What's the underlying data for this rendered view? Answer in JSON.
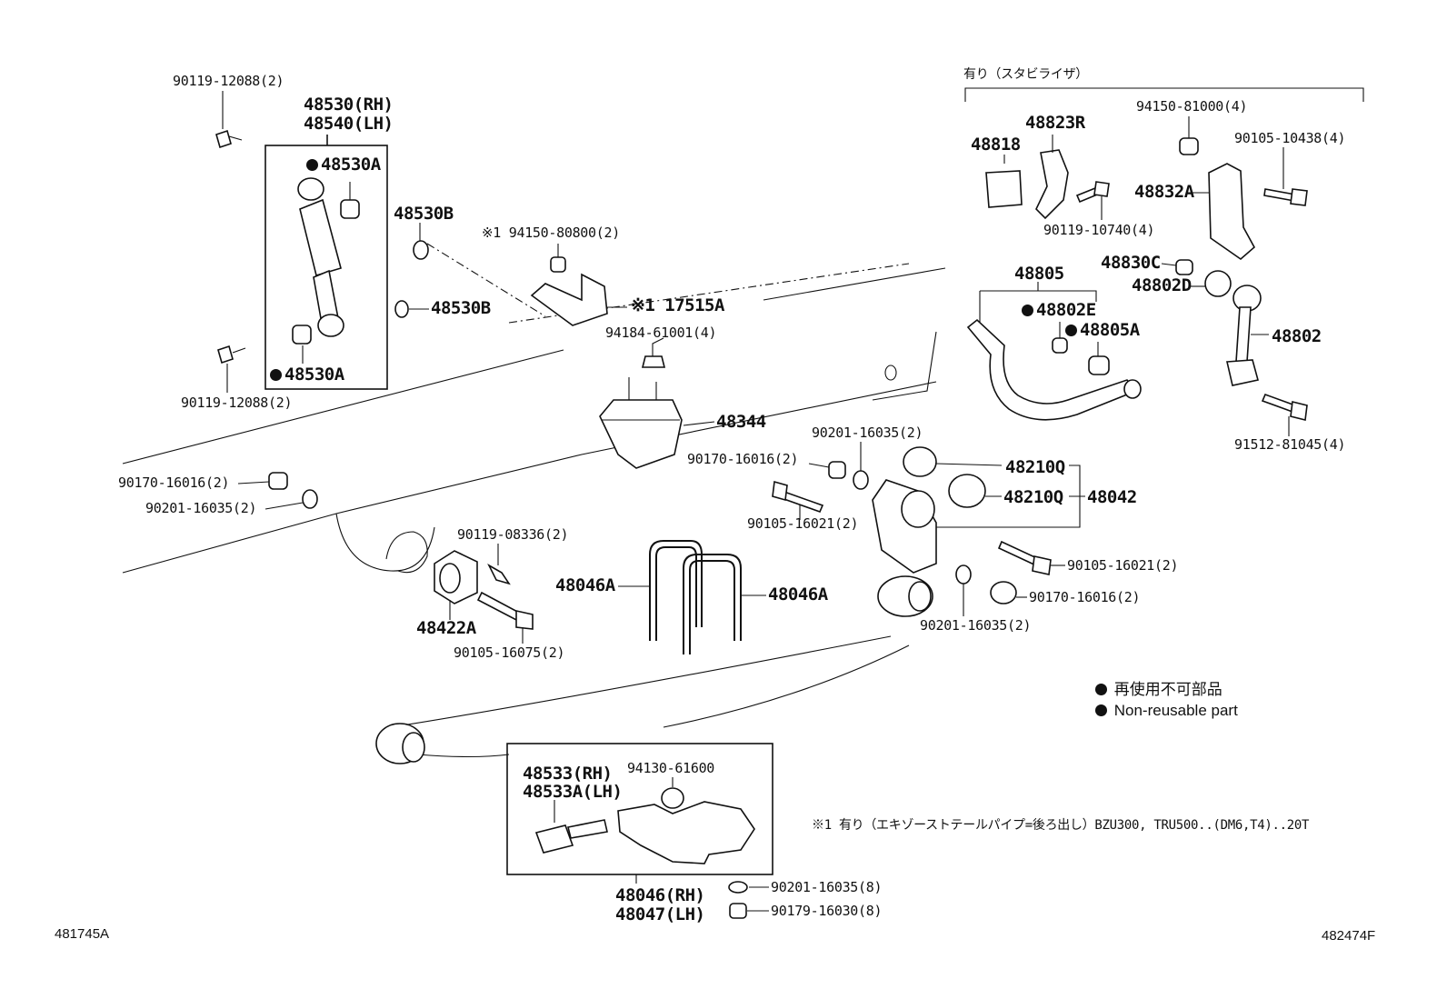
{
  "diagram": {
    "codes": {
      "left": "481745A",
      "right": "482474F"
    },
    "stabilizer_group": "有り（スタビライザ）",
    "legend": {
      "jp": "再使用不可部品",
      "en": "Non-reusable part"
    },
    "footnote": "※1 有り（エキゾーストテールパイプ=後ろ出し）BZU300, TRU500..(DM6,T4)..20T",
    "labels": {
      "p90119_12088_top": "90119-12088(2)",
      "p48530_rh": "48530(RH)",
      "p48540_lh": "48540(LH)",
      "p48530A_top": "48530A",
      "p48530A_bottom": "48530A",
      "p90119_12088_bottom": "90119-12088(2)",
      "p48530B_top": "48530B",
      "p48530B_mid": "48530B",
      "p94150_80800": "※1 94150-80800(2)",
      "p17515A": "※1 17515A",
      "p94184_61001": "94184-61001(4)",
      "p48344": "48344",
      "p90170_16016_left": "90170-16016(2)",
      "p90201_16035_left": "90201-16035(2)",
      "p90119_08336": "90119-08336(2)",
      "p48422A": "48422A",
      "p90105_16075": "90105-16075(2)",
      "p48046A_left": "48046A",
      "p48046A_right": "48046A",
      "p90201_16035_mid": "90201-16035(2)",
      "p90170_16016_mid": "90170-16016(2)",
      "p90105_16021_left": "90105-16021(2)",
      "p48210Q_top": "48210Q",
      "p48210Q_bottom": "48210Q",
      "p48042": "48042",
      "p90105_16021_right": "90105-16021(2)",
      "p90170_16016_right": "90170-16016(2)",
      "p90201_16035_right": "90201-16035(2)",
      "p48818": "48818",
      "p48823R": "48823R",
      "p94150_81000": "94150-81000(4)",
      "p90105_10438": "90105-10438(4)",
      "p48832A": "48832A",
      "p90119_10740": "90119-10740(4)",
      "p48805": "48805",
      "p48830C": "48830C",
      "p48802D": "48802D",
      "p48802E": "48802E",
      "p48805A": "48805A",
      "p48802": "48802",
      "p91512_81045": "91512-81045(4)",
      "p48533_rh": "48533(RH)",
      "p48533A_lh": "48533A(LH)",
      "p94130_61600": "94130-61600",
      "p48046_rh": "48046(RH)",
      "p48047_lh": "48047(LH)",
      "p90201_16035_bottom": "90201-16035(8)",
      "p90179_16030": "90179-16030(8)"
    }
  }
}
